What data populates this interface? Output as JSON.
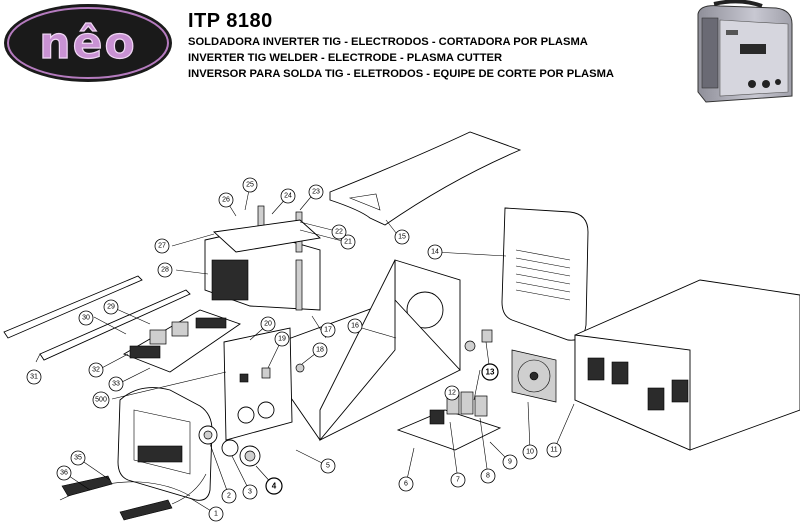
{
  "brand": {
    "logo_text": "nêo"
  },
  "header": {
    "model": "ITP 8180",
    "line_pt_es": "SOLDADORA INVERTER TIG - ELECTRODOS -  CORTADORA POR PLASMA",
    "line_en": "INVERTER TIG WELDER - ELECTRODE - PLASMA CUTTER",
    "line_pt": "INVERSOR PARA SOLDA TIG - ELETRODOS - EQUIPE DE CORTE POR PLASMA"
  },
  "colors": {
    "logo_bg": "#1a1a1a",
    "logo_ring": "#b57bbf",
    "logo_letters": "#c992d3",
    "product_body": "#b9b9c4"
  },
  "callouts": [
    "1",
    "2",
    "3",
    "4",
    "5",
    "6",
    "7",
    "8",
    "9",
    "10",
    "11",
    "12",
    "13",
    "14",
    "15",
    "16",
    "17",
    "18",
    "19",
    "20",
    "21",
    "22",
    "23",
    "24",
    "25",
    "26",
    "27",
    "28",
    "29",
    "30",
    "31",
    "32",
    "33",
    "35",
    "36",
    "500"
  ]
}
